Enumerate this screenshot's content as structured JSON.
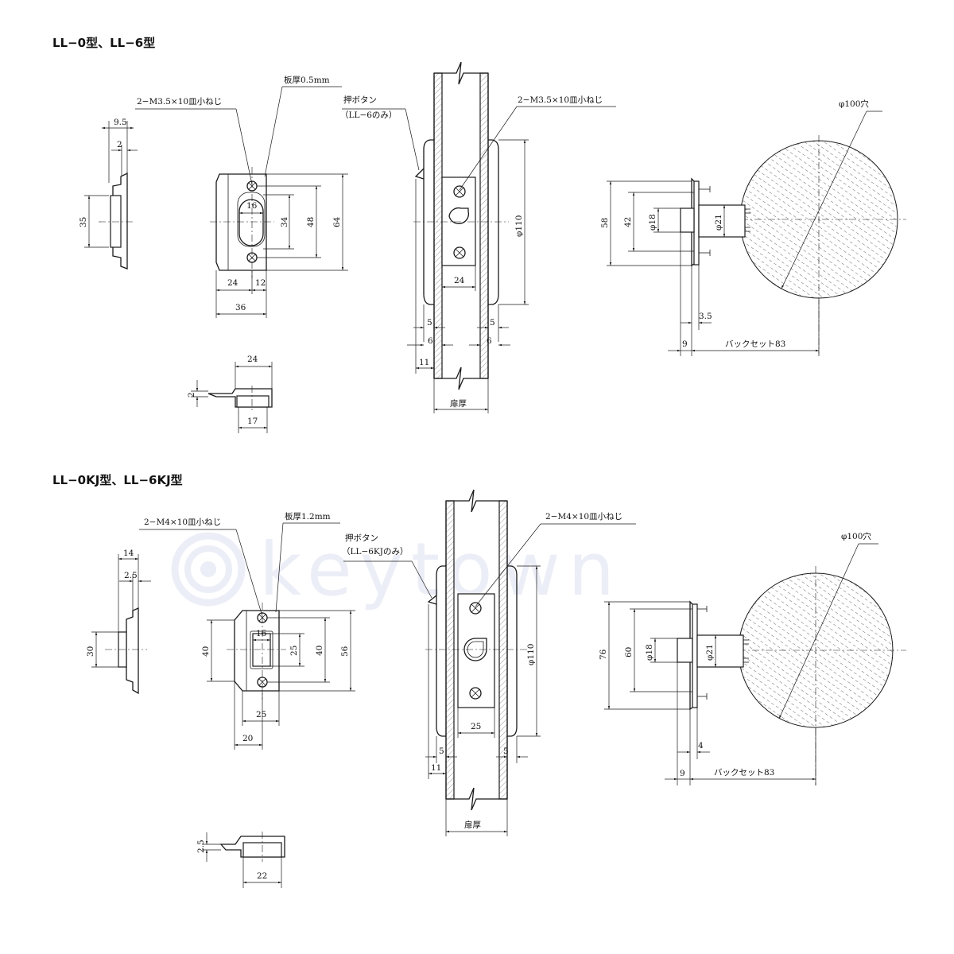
{
  "brand": {
    "watermark": "keytown",
    "watermark_color": "#eceef7"
  },
  "top": {
    "header": "LL−0型、LL−6型",
    "screw_label": "2−M3.5×10皿小ねじ",
    "plate_label": "板厚0.5mm",
    "button_label_1": "押ボタン",
    "button_label_2": "（LL−6のみ）",
    "screw_label_2": "2−M3.5×10皿小ねじ",
    "hole_label": "φ100穴",
    "door_label": "扉厚",
    "backset_label": "バックセット83",
    "dims": {
      "d9_5": "9.5",
      "d2": "2",
      "d35": "35",
      "d16": "16",
      "d34": "34",
      "d48": "48",
      "d64": "64",
      "d24": "24",
      "d12": "12",
      "d36": "36",
      "d24b": "24",
      "d2b": "2",
      "d17": "17",
      "d110": "φ110",
      "d24c": "24",
      "d5a": "5",
      "d5b": "5",
      "d6a": "6",
      "d6b": "6",
      "d11": "11",
      "d58": "58",
      "d42": "42",
      "d18": "φ18",
      "d21": "φ21",
      "d3_5": "3.5",
      "d9": "9"
    }
  },
  "bottom": {
    "header": "LL−0KJ型、LL−6KJ型",
    "screw_label": "2−M4×10皿小ねじ",
    "plate_label": "板厚1.2mm",
    "button_label_1": "押ボタン",
    "button_label_2": "（LL−6KJのみ）",
    "screw_label_2": "2−M4×10皿小ねじ",
    "hole_label": "φ100穴",
    "door_label": "扉厚",
    "backset_label": "バックセット83",
    "dims": {
      "d14": "14",
      "d2_5": "2.5",
      "d30": "30",
      "d40a": "40",
      "d16": "16",
      "d25a": "25",
      "d40b": "40",
      "d56": "56",
      "d25b": "25",
      "d20": "20",
      "d2_5b": "2.5",
      "d22": "22",
      "d110": "φ110",
      "d25c": "25",
      "d5a": "5",
      "d5b": "5",
      "d11": "11",
      "d76": "76",
      "d60": "60",
      "d18": "φ18",
      "d21": "φ21",
      "d4": "4",
      "d9": "9"
    }
  }
}
